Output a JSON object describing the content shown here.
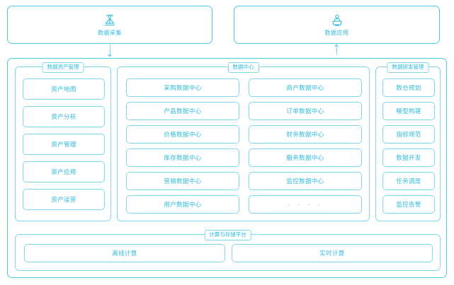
{
  "top": {
    "collect": {
      "label": "数据采集",
      "icon": "satellite-dish-icon"
    },
    "apply": {
      "label": "数据应用",
      "icon": "person-screen-icon"
    }
  },
  "groups": {
    "asset": {
      "title": "数据资产管理",
      "items": [
        "资产地图",
        "资产分析",
        "资产管理",
        "资产应用",
        "资产运营"
      ]
    },
    "center": {
      "title": "数据中心",
      "left_items": [
        "采购数据中心",
        "产品数据中心",
        "价格数据中心",
        "库存数据中心",
        "营销数据中心",
        "用户数据中心"
      ],
      "right_items": [
        "商户数据中心",
        "订单数据中心",
        "财务数据中心",
        "服务数据中心",
        "监控数据中心",
        "· · · ·"
      ]
    },
    "dev": {
      "title": "数据研发管理",
      "items": [
        "数仓规划",
        "模型构建",
        "指标规范",
        "数据开发",
        "任务调度",
        "监控告警"
      ]
    },
    "compute": {
      "title": "计算与存储平台",
      "items": [
        "离线计算",
        "实时计算"
      ]
    }
  },
  "colors": {
    "accent": "#2dbbdd",
    "border": "#7fd8ee",
    "frame": "#4ec8e8",
    "background": "#ffffff"
  }
}
